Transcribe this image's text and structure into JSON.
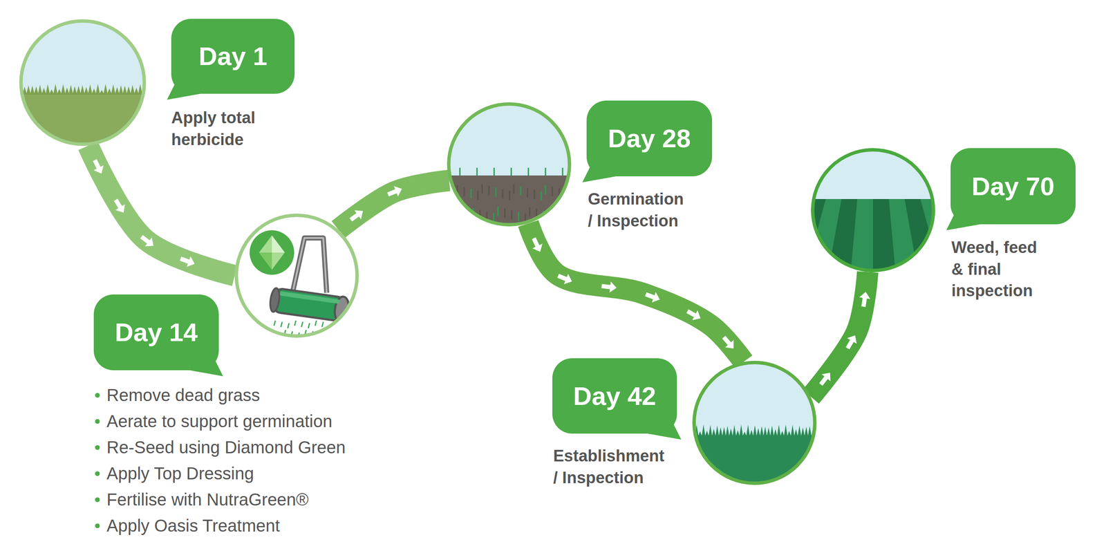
{
  "diagram": {
    "nodes": [
      {
        "text": [
          "Day 1",
          "Apply total herbicide"
        ]
      },
      {
        "text": [
          "Day 14",
          "Remove dead grass",
          "Aerate to support germination",
          "Re-Seed using Diamond Green",
          "Apply Top Dressing",
          "Fertilise with NutraGreen®",
          "Apply Oasis Treatment"
        ]
      },
      {
        "text": [
          "Day 28",
          "Germination / Inspection"
        ]
      },
      {
        "text": [
          "Day 42",
          "Establishment / Inspection"
        ]
      },
      {
        "text": [
          "Day 70",
          "Weed, feed & final inspection"
        ]
      }
    ],
    "edges": [
      {
        "from": 0,
        "to": 1,
        "arrow": "to"
      },
      {
        "from": 1,
        "to": 2,
        "arrow": "to"
      },
      {
        "from": 2,
        "to": 3,
        "arrow": "to"
      },
      {
        "from": 3,
        "to": 4,
        "arrow": "to"
      }
    ]
  }
}
